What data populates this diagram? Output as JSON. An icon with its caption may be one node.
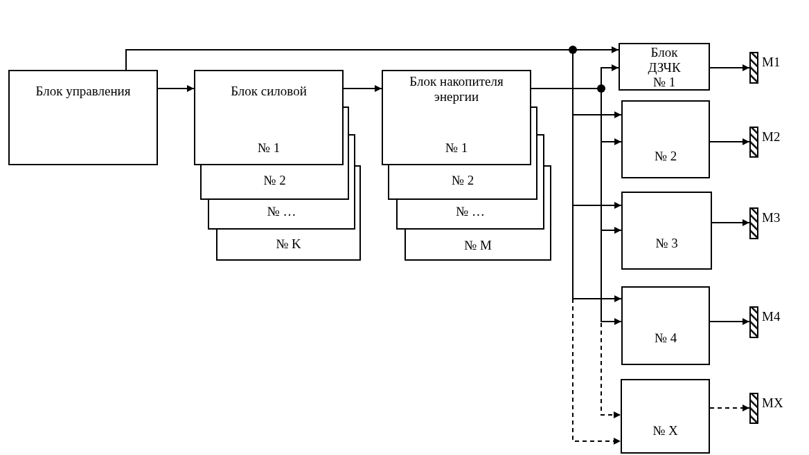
{
  "diagram": {
    "nodes": [
      {
        "text": [
          "Блок управления"
        ]
      },
      {
        "text": [
          "Блок силовой",
          "№ 1"
        ]
      },
      {
        "text": [
          "№ 2"
        ]
      },
      {
        "text": [
          "№ …"
        ]
      },
      {
        "text": [
          "№ K"
        ]
      },
      {
        "text": [
          "Блок накопителя энергии",
          "№ 1"
        ]
      },
      {
        "text": [
          "№ 2"
        ]
      },
      {
        "text": [
          "№ …"
        ]
      },
      {
        "text": [
          "№ M"
        ]
      },
      {
        "text": [
          "Блок ДЗЧК",
          "№ 1"
        ]
      },
      {
        "text": [
          "№ 2"
        ]
      },
      {
        "text": [
          "№ 3"
        ]
      },
      {
        "text": [
          "№ 4"
        ]
      },
      {
        "text": [
          "№ X"
        ]
      },
      {
        "text": [],
        "shape": "bar",
        "beside": [
          "M1"
        ]
      },
      {
        "text": [],
        "shape": "bar",
        "beside": [
          "M2"
        ]
      },
      {
        "text": [],
        "shape": "bar",
        "beside": [
          "M3"
        ]
      },
      {
        "text": [],
        "shape": "bar",
        "beside": [
          "M4"
        ]
      },
      {
        "text": [],
        "shape": "bar",
        "beside": [
          "MX"
        ]
      }
    ],
    "edges": [
      {
        "from": 0,
        "to": 1,
        "arrow": "to"
      },
      {
        "from": 1,
        "to": 5,
        "arrow": "to"
      },
      {
        "from": 0,
        "to": 9,
        "arrow": "to"
      },
      {
        "from": 0,
        "to": 10,
        "arrow": "to"
      },
      {
        "from": 0,
        "to": 11,
        "arrow": "to"
      },
      {
        "from": 0,
        "to": 12,
        "arrow": "to"
      },
      {
        "from": 0,
        "to": 13,
        "arrow": "to",
        "style": "dashed"
      },
      {
        "from": 5,
        "to": 9,
        "arrow": "to"
      },
      {
        "from": 5,
        "to": 10,
        "arrow": "to"
      },
      {
        "from": 5,
        "to": 11,
        "arrow": "to"
      },
      {
        "from": 5,
        "to": 12,
        "arrow": "to"
      },
      {
        "from": 5,
        "to": 13,
        "arrow": "to",
        "style": "dashed"
      },
      {
        "from": 9,
        "to": 14,
        "arrow": "to"
      },
      {
        "from": 10,
        "to": 15,
        "arrow": "to"
      },
      {
        "from": 11,
        "to": 16,
        "arrow": "to"
      },
      {
        "from": 12,
        "to": 17,
        "arrow": "to"
      },
      {
        "from": 13,
        "to": 18,
        "arrow": "to",
        "style": "dashed"
      }
    ]
  }
}
